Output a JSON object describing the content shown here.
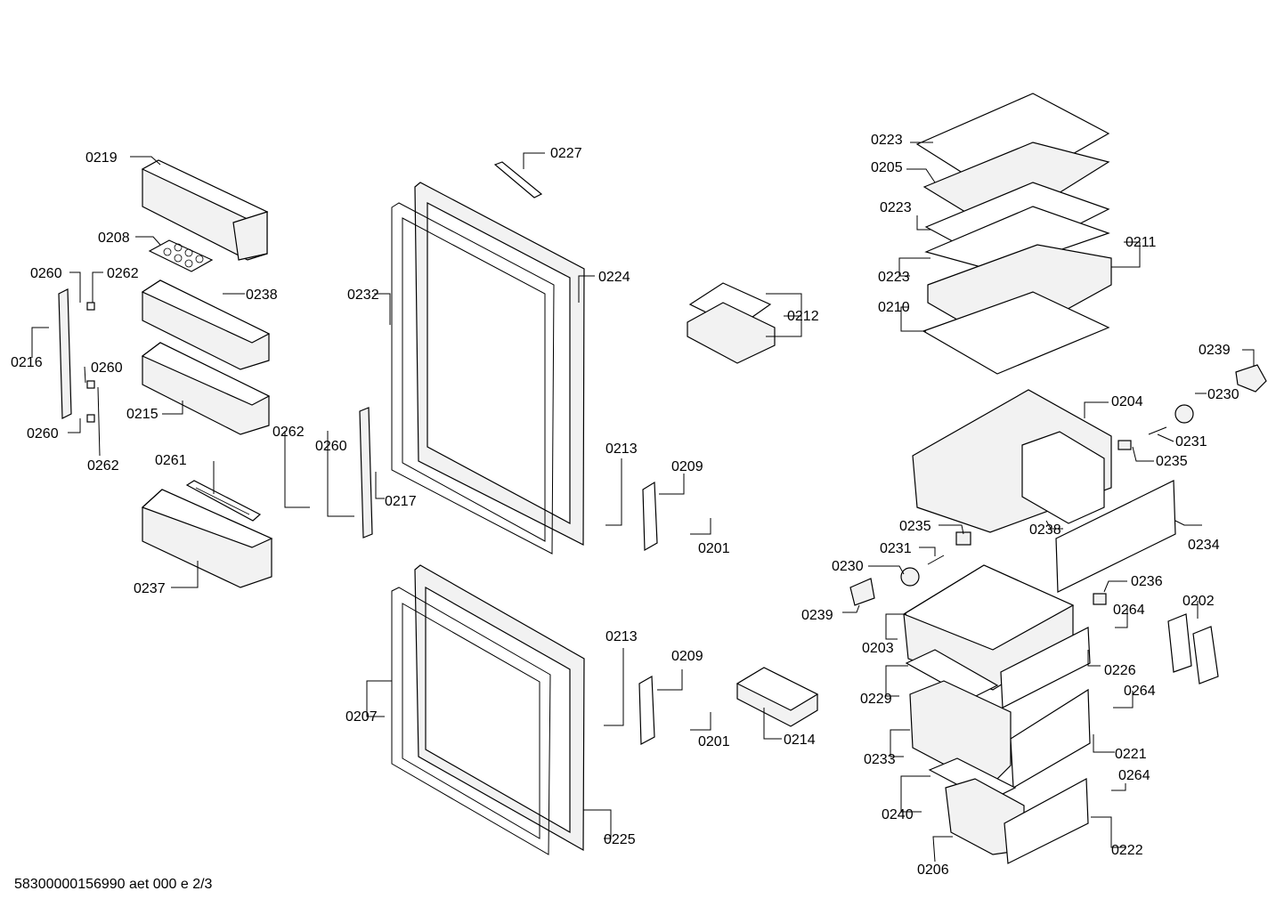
{
  "footer": "58300000156990 aet 000 e 2/3",
  "labels": {
    "p0219": "0219",
    "p0208": "0208",
    "p0260a": "0260",
    "p0262a": "0262",
    "p0238a": "0238",
    "p0216": "0216",
    "p0260b": "0260",
    "p0215": "0215",
    "p0260c": "0260",
    "p0262b": "0262",
    "p0261": "0261",
    "p0237": "0237",
    "p0227": "0227",
    "p0232": "0232",
    "p0224": "0224",
    "p0262c": "0262",
    "p0260d": "0260",
    "p0217": "0217",
    "p0213a": "0213",
    "p0209a": "0209",
    "p0201a": "0201",
    "p0207": "0207",
    "p0213b": "0213",
    "p0209b": "0209",
    "p0201b": "0201",
    "p0225": "0225",
    "p0212": "0212",
    "p0214": "0214",
    "p0223a": "0223",
    "p0205": "0205",
    "p0223b": "0223",
    "p0223c": "0223",
    "p0211": "0211",
    "p0210": "0210",
    "p0239a": "0239",
    "p0230a": "0230",
    "p0204": "0204",
    "p0231a": "0231",
    "p0235a": "0235",
    "p0235b": "0235",
    "p0238b": "0238",
    "p0234": "0234",
    "p0231b": "0231",
    "p0230b": "0230",
    "p0236": "0236",
    "p0239b": "0239",
    "p0202": "0202",
    "p0264a": "0264",
    "p0203": "0203",
    "p0226": "0226",
    "p0229": "0229",
    "p0264b": "0264",
    "p0233": "0233",
    "p0221": "0221",
    "p0264c": "0264",
    "p0240": "0240",
    "p0222": "0222",
    "p0206": "0206"
  }
}
